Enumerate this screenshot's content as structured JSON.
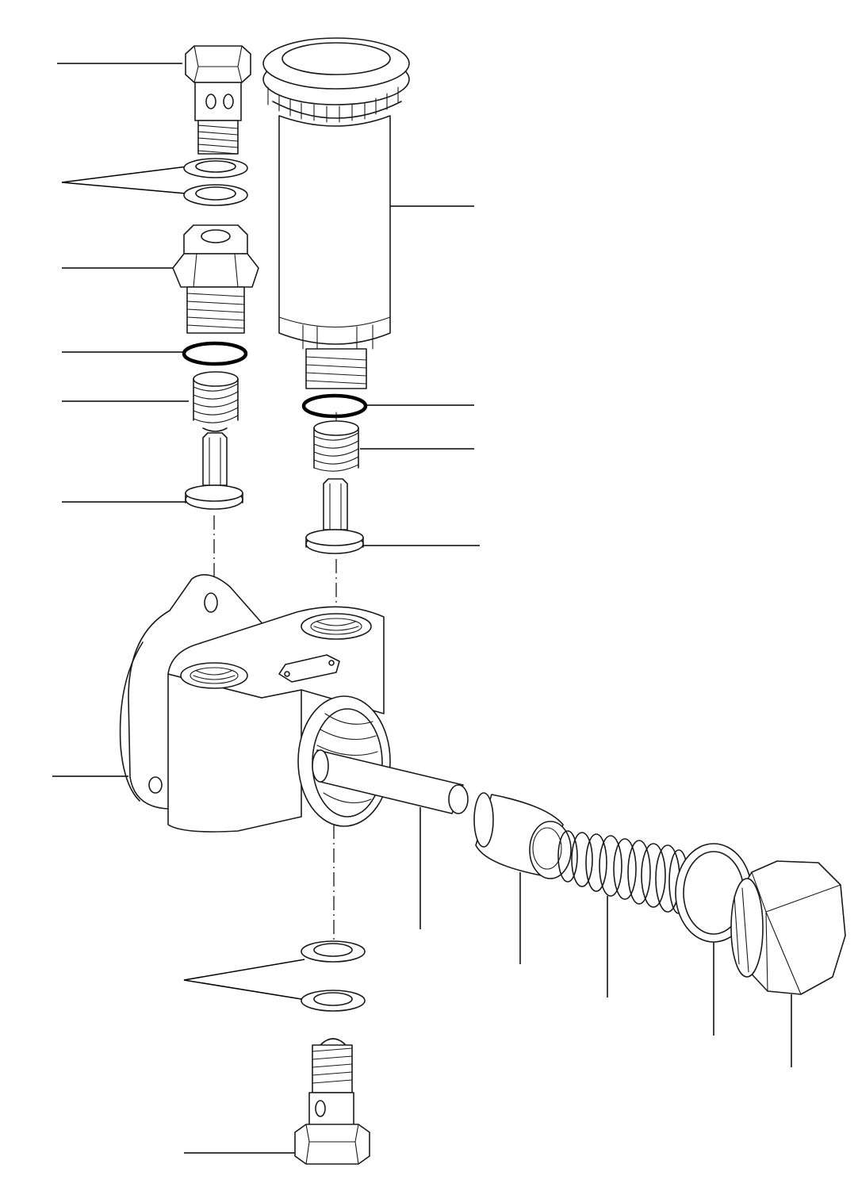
{
  "diagram": {
    "description_labels": [],
    "colors": {
      "line": "#1a1a1a",
      "background": "#ffffff"
    },
    "parts": [
      "banjo-bolt-top",
      "washer-pair-top",
      "valve-body-fitting",
      "o-ring-left",
      "spring-left",
      "valve-left",
      "hand-primer-pump",
      "o-ring-right",
      "spring-right",
      "valve-right",
      "pump-housing",
      "push-rod",
      "piston",
      "piston-spring",
      "gasket",
      "plug",
      "washer-pair-bottom",
      "banjo-bolt-bottom"
    ]
  }
}
